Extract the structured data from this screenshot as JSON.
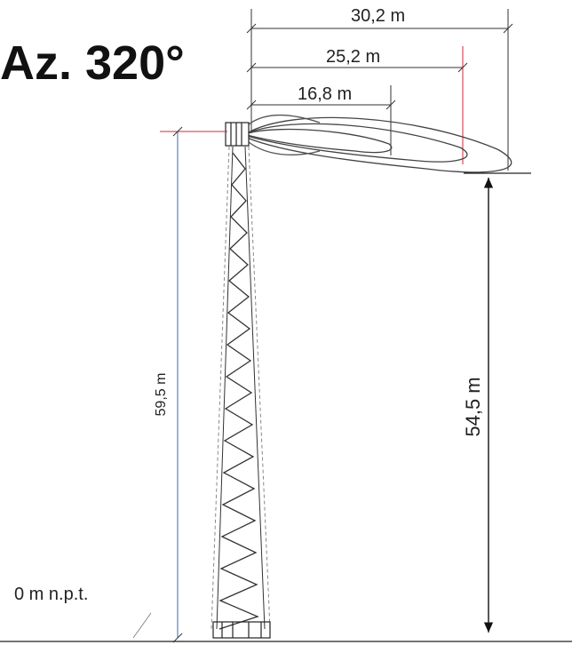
{
  "title": "Az. 320°",
  "dimensions": {
    "horizontal_1": "30,2 m",
    "horizontal_2": "25,2 m",
    "horizontal_3": "16,8 m",
    "tower_height": "59,5 m",
    "clearance_height": "54,5 m"
  },
  "ground_label": "0 m n.p.t.",
  "colors": {
    "line": "#222222",
    "accent_red": "#cc2a3a",
    "accent_green": "#3a8a3a",
    "accent_blue": "#3a6ab8"
  }
}
